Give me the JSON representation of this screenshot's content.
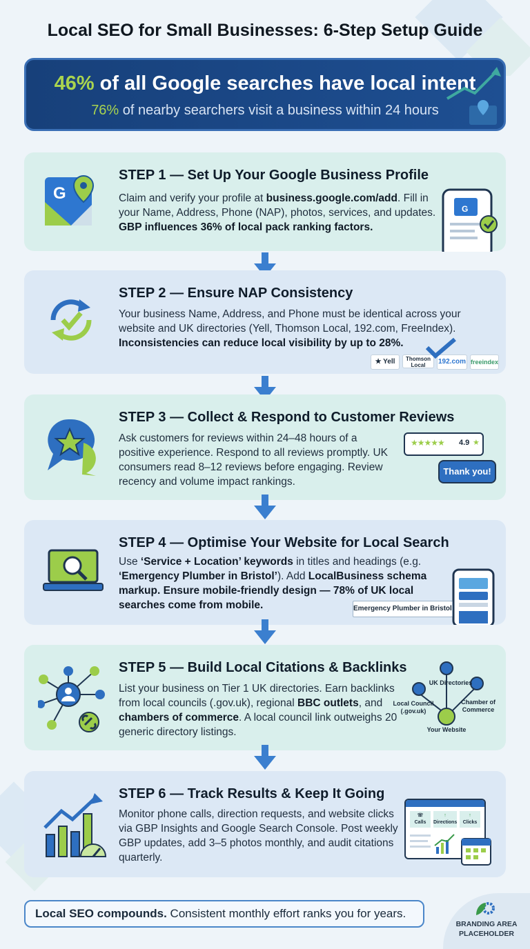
{
  "title": "Local SEO for Small Businesses: 6-Step Setup Guide",
  "stats": {
    "line1_pct": "46%",
    "line1_text": " of all Google searches have local intent",
    "line2_pct": "76%",
    "line2_text": " of nearby searchers visit a business within 24 hours"
  },
  "steps": [
    {
      "heading": "STEP 1 — Set Up Your Google Business Profile",
      "t1": "Claim and verify your profile at ",
      "b1": "business.google.com/add",
      "t2": ". Fill in your Name, Address, Phone (NAP), photos, services, and updates. ",
      "b2": "GBP influences 36% of local pack ranking factors.",
      "icon": "google-maps-icon"
    },
    {
      "heading": "STEP 2 — Ensure NAP Consistency",
      "t1": "Your business Name, Address, and Phone must be identical across your website and UK directories (Yell, Thomson Local, 192.com, FreeIndex). ",
      "b1": "Inconsistencies can reduce local visibility by up to 28%.",
      "icon": "sync-check-icon",
      "dirs": [
        "Yell",
        "Thomson Local",
        "192.com",
        "freeindex"
      ]
    },
    {
      "heading": "STEP 3 — Collect & Respond to Customer Reviews",
      "text": "Ask customers for reviews within 24–48 hours of a positive experience. Respond to all reviews promptly. UK consumers read 8–12 reviews before engaging. Review recency and volume impact rankings.",
      "icon": "star-chat-icon",
      "rating": "4.9",
      "reply": "Thank you!"
    },
    {
      "heading": "STEP 4 — Optimise Your Website for Local Search",
      "t1": "Use ",
      "b1": "‘Service + Location’ keywords",
      "t2": " in titles and headings (e.g. ",
      "b2": "‘Emergency Plumber in Bristol’",
      "t3": "). Add ",
      "b3": "LocalBusiness schema markup. Ensure mobile-friendly design — 78% of UK local searches come from mobile.",
      "icon": "laptop-search-icon",
      "search_text": "Emergency Plumber in Bristol |"
    },
    {
      "heading": "STEP 5 — Build Local Citations & Backlinks",
      "t1": "List your business on Tier 1 UK directories. Earn backlinks from local councils (.gov.uk), regional ",
      "b1": "BBC outlets",
      "t2": ", and ",
      "b2": "chambers of commerce",
      "t3": ". A local council link outweighs 20 generic directory listings.",
      "icon": "network-icon",
      "nodes": {
        "top": "UK Directories",
        "left": "Local Council (.gov.uk)",
        "right": "Chamber of Commerce",
        "center": "Your Website"
      }
    },
    {
      "heading": "STEP 6 — Track Results & Keep It Going",
      "text": "Monitor phone calls, direction requests, and website clicks via GBP Insights and Google Search Console. Post weekly GBP updates, add 3–5 photos monthly, and audit citations quarterly.",
      "icon": "growth-chart-icon",
      "metrics": [
        "Calls",
        "Directions",
        "Clicks"
      ]
    }
  ],
  "footer": {
    "bold": "Local SEO compounds.",
    "text": " Consistent monthly effort ranks you for years."
  },
  "branding": {
    "line1": "BRANDING AREA",
    "line2": "PLACEHOLDER"
  },
  "colors": {
    "navy": "#17407a",
    "green": "#a9d44f",
    "teal_card": "#d9efec",
    "blue_card": "#dce8f5",
    "arrow": "#3b7fcf"
  }
}
